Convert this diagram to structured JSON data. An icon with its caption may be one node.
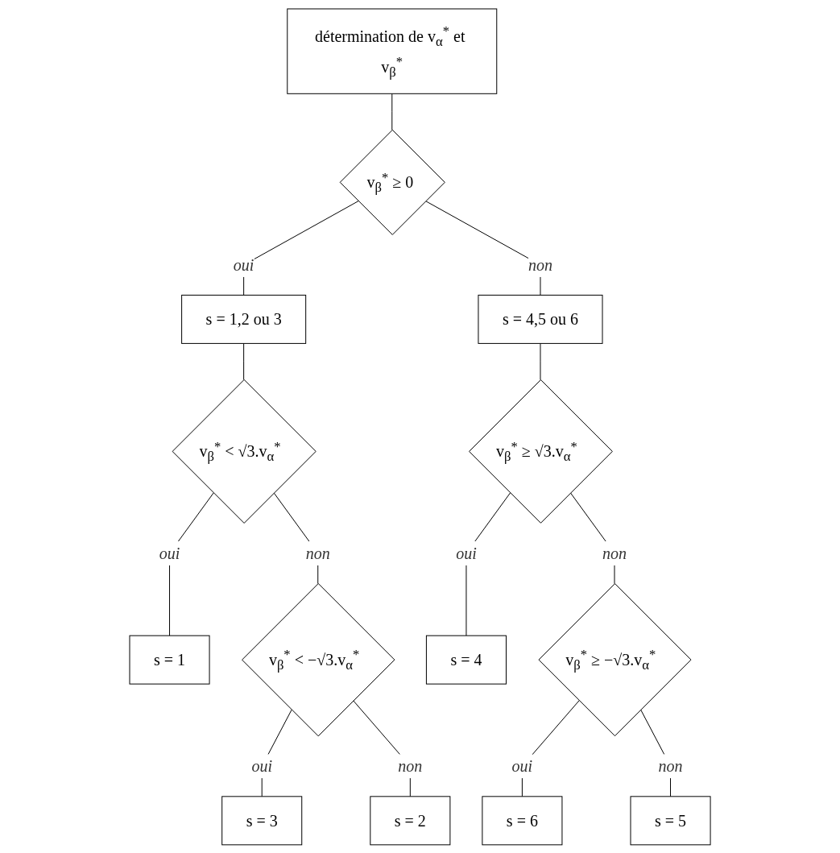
{
  "diagram": {
    "nodes": [
      {
        "text": [
          "détermination de v$_{α}$$^{*}$ et v$_{β}$$^{*}$"
        ]
      },
      {
        "text": [
          "v$_{β}$$^{*}$ ≥ 0"
        ]
      },
      {
        "text": [
          "s = 1,2 ou 3"
        ]
      },
      {
        "text": [
          "s = 4,5 ou 6"
        ]
      },
      {
        "text": [
          "v$_{β}$$^{*}$ < √3.v$_{α}$$^{*}$"
        ]
      },
      {
        "text": [
          "s = 1"
        ]
      },
      {
        "text": [
          "v$_{β}$$^{*}$ < −√3.v$_{α}$$^{*}$"
        ]
      },
      {
        "text": [
          "s = 3"
        ]
      },
      {
        "text": [
          "s = 2"
        ]
      },
      {
        "text": [
          "v$_{β}$$^{*}$ ≥ √3.v$_{α}$$^{*}$"
        ]
      },
      {
        "text": [
          "s = 4"
        ]
      },
      {
        "text": [
          "v$_{β}$$^{*}$ ≥ −√3.v$_{α}$$^{*}$"
        ]
      },
      {
        "text": [
          "s = 6"
        ]
      },
      {
        "text": [
          "s = 5"
        ]
      }
    ],
    "edges": [
      {
        "from": 0,
        "to": 1,
        "arrow": "none"
      },
      {
        "from": 1,
        "to": 2,
        "arrow": "none",
        "label": "oui"
      },
      {
        "from": 1,
        "to": 3,
        "arrow": "none",
        "label": "non"
      },
      {
        "from": 2,
        "to": 4,
        "arrow": "none"
      },
      {
        "from": 4,
        "to": 5,
        "arrow": "none",
        "label": "oui"
      },
      {
        "from": 4,
        "to": 6,
        "arrow": "none",
        "label": "non"
      },
      {
        "from": 6,
        "to": 7,
        "arrow": "none",
        "label": "oui"
      },
      {
        "from": 6,
        "to": 8,
        "arrow": "none",
        "label": "non"
      },
      {
        "from": 3,
        "to": 9,
        "arrow": "none"
      },
      {
        "from": 9,
        "to": 10,
        "arrow": "none",
        "label": "oui"
      },
      {
        "from": 9,
        "to": 11,
        "arrow": "none",
        "label": "non"
      },
      {
        "from": 11,
        "to": 12,
        "arrow": "none",
        "label": "oui"
      },
      {
        "from": 11,
        "to": 13,
        "arrow": "none",
        "label": "non"
      }
    ]
  }
}
